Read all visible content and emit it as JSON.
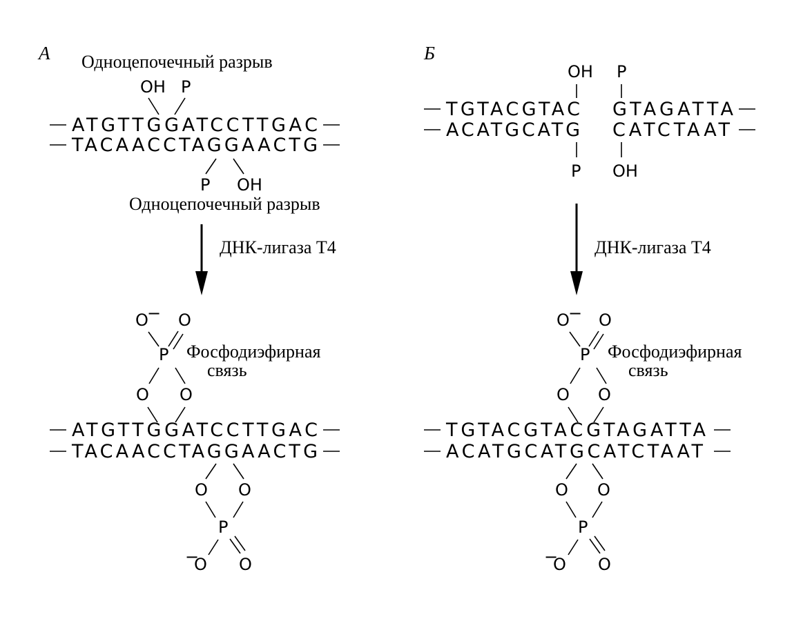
{
  "panels": {
    "a": {
      "label": "А",
      "nick_label_top": "Одноцепочечный разрыв",
      "nick_label_bottom": "Одноцепочечный разрыв",
      "top_strand": "ATGTTGGATCCTTGAC",
      "bottom_strand": "TACAACCTAGGAACTG",
      "top_end_left": "OH",
      "top_end_right": "P",
      "bottom_end_left": "P",
      "bottom_end_right": "OH",
      "enzyme": "ДНК-лигаза Т4",
      "bond_label_line1": "Фосфодиэфирная",
      "bond_label_line2": "связь",
      "product_top_strand": "ATGTTGGATCCTTGAC",
      "product_bottom_strand": "TACAACCTAGGAACTG"
    },
    "b": {
      "label": "Б",
      "top_left_strand": "TGTACGTAC",
      "top_right_strand": "GTAGATTA",
      "bottom_left_strand": "ACATGCATG",
      "bottom_right_strand": "CATCTAAT",
      "top_end_left": "OH",
      "top_end_right": "P",
      "bottom_end_left": "P",
      "bottom_end_right": "OH",
      "enzyme": "ДНК-лигаза Т4",
      "bond_label_line1": "Фосфодиэфирная",
      "bond_label_line2": "связь",
      "product_top_strand": "TGTACGTACGTAGATTA",
      "product_bottom_strand": "ACATGCATGCATCTAAT"
    }
  },
  "chem": {
    "oxygen": "O",
    "phosphorus": "P",
    "minus": "−"
  }
}
